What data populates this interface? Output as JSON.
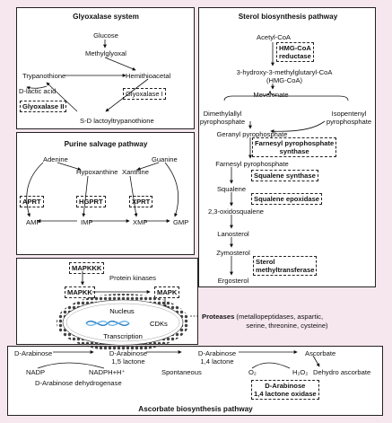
{
  "glyoxalase": {
    "title": "Glyoxalase system",
    "glucose": "Glucose",
    "methylglyoxal": "Methylglyoxal",
    "trypanothione": "Trypanothione",
    "hemithioacetal": "Hemithioacetal",
    "d_lactic_acid": "D-lactic acid",
    "glyoxalase_i": "Glyoxalase I",
    "glyoxalase_ii": "Glyoxalase II",
    "sd_lactoyl": "S-D lactoyltrypanothione"
  },
  "purine": {
    "title": "Purine salvage pathway",
    "adenine": "Adenine",
    "guanine": "Guanine",
    "hypoxanthine": "Hypoxanthine",
    "xanthine": "Xanthine",
    "aprt": "APRT",
    "hgprt": "HGPRT",
    "xprt": "XPRT",
    "amp": "AMP",
    "imp": "IMP",
    "xmp": "XMP",
    "gmp": "GMP"
  },
  "kinase": {
    "mapkkk": "MAPKKK",
    "protein_kinases": "Protein kinases",
    "mapkk": "MAPKK",
    "mapk": "MAPK",
    "nucleus": "Nucleus",
    "cdks": "CDKs",
    "transcription": "Transcription",
    "proteases_bold": "Proteases",
    "proteases_rest": " (metallopeptidases, aspartic,",
    "proteases_line2": "serine, threonine, cysteine)"
  },
  "sterol": {
    "title": "Sterol biosynthesis pathway",
    "acetyl_coa": "Acetyl-CoA",
    "hmg_reductase_1": "HMG-CoA",
    "hmg_reductase_2": "reductase",
    "hmg_line1": "3-hydroxy-3-methylglutaryl-CoA",
    "hmg_line2": "(HMG-CoA)",
    "mevalonate": "Mevalonate",
    "dimethylallyl_1": "Dimethylallyl",
    "dimethylallyl_2": "pyrophosphate",
    "isopentenyl_1": "Isopentenyl",
    "isopentenyl_2": "pyrophosphate",
    "geranyl": "Geranyl pyrophosphate",
    "fpps_1": "Farnesyl pyrophosphate",
    "fpps_2": "synthase",
    "farnesyl": "Farnesyl pyrophosphate",
    "squalene_synthase": "Squalene synthase",
    "squalene": "Squalene",
    "squalene_epoxidase": "Squalene epoxidase",
    "oxidosqualene": "2,3-oxidosqualene",
    "lanosterol": "Lanosterol",
    "zymosterol": "Zymosterol",
    "smt_1": "Sterol",
    "smt_2": "methyltransferase",
    "ergosterol": "Ergosterol"
  },
  "ascorbate": {
    "title": "Ascorbate biosynthesis pathway",
    "d_arabinose": "D-Arabinose",
    "nadp": "NADP",
    "dehydrogenase": "D-Arabinose dehydrogenase",
    "lactone15_1": "D-Arabinose",
    "lactone15_2": "1,5 lactone",
    "nadph": "NADPH+H⁺",
    "spontaneous": "Spontaneous",
    "lactone14_1": "D-Arabinose",
    "lactone14_2": "1,4 lactone",
    "o2": "O₂",
    "h2o": "H₂O₂",
    "ascorbate": "Ascorbate",
    "dehydro": "Dehydro ascorbate",
    "oxidase_1": "D-Arabinose",
    "oxidase_2": "1,4 lactone oxidase"
  }
}
